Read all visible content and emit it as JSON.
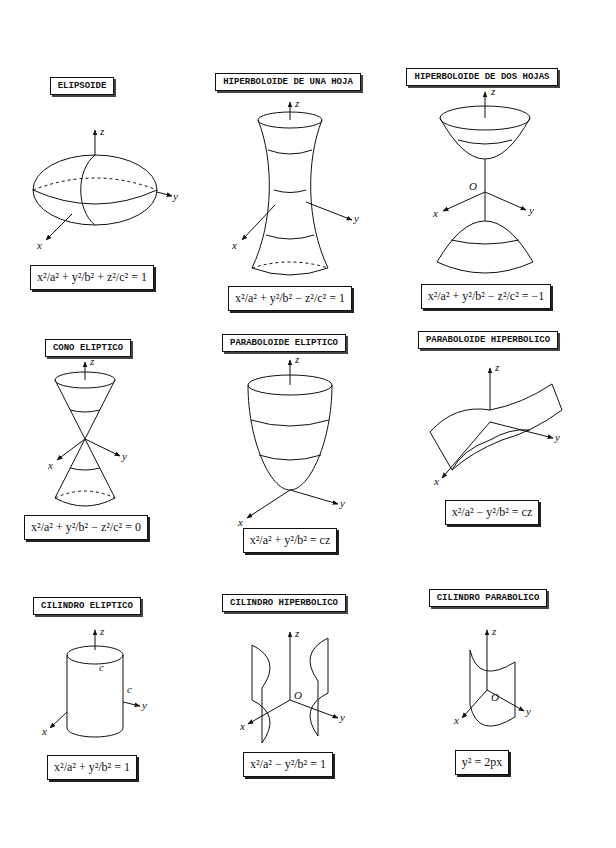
{
  "diagram": {
    "nodes": [
      {
        "text": [
          "ELIPSOIDE"
        ]
      },
      {
        "text": [
          "HIPERBOLOIDE DE UNA HOJA"
        ]
      },
      {
        "text": [
          "HIPERBOLOIDE DE DOS HOJAS"
        ]
      },
      {
        "text": [
          "CONO ELIPTICO"
        ]
      },
      {
        "text": [
          "PARABOLOIDE ELIPTICO"
        ]
      },
      {
        "text": [
          "PARABOLOIDE HIPERBOLICO"
        ]
      },
      {
        "text": [
          "CILINDRO ELIPTICO"
        ]
      },
      {
        "text": [
          "CILINDRO HIPERBOLICO"
        ]
      },
      {
        "text": [
          "CILINDRO PARABOLICO"
        ]
      },
      {
        "text": [
          "x²/a² + y²/b² + z²/c² = 1"
        ]
      },
      {
        "text": [
          "x²/a² + y²/b² − z²/c² = 1"
        ]
      },
      {
        "text": [
          "x²/a² + y²/b² − z²/c² = −1"
        ]
      },
      {
        "text": [
          "x²/a² + y²/b² − z²/c² = 0"
        ]
      },
      {
        "text": [
          "x²/a² + y²/b² = cz"
        ]
      },
      {
        "text": [
          "x²/a² − y²/b² = cz"
        ]
      },
      {
        "text": [
          "x²/a² + y²/b² = 1"
        ]
      },
      {
        "text": [
          "x²/a² − y²/b² = 1"
        ]
      },
      {
        "text": [
          "y² = 2px"
        ]
      }
    ],
    "labels": [
      "z",
      "y",
      "x",
      "z",
      "y",
      "x",
      "z",
      "O",
      "y",
      "x",
      "z",
      "x",
      "y",
      "z",
      "x",
      "y",
      "z",
      "x",
      "y",
      "z",
      "c",
      "c",
      "y",
      "x",
      "z",
      "O",
      "y",
      "x",
      "z",
      "O",
      "y",
      "x"
    ]
  }
}
